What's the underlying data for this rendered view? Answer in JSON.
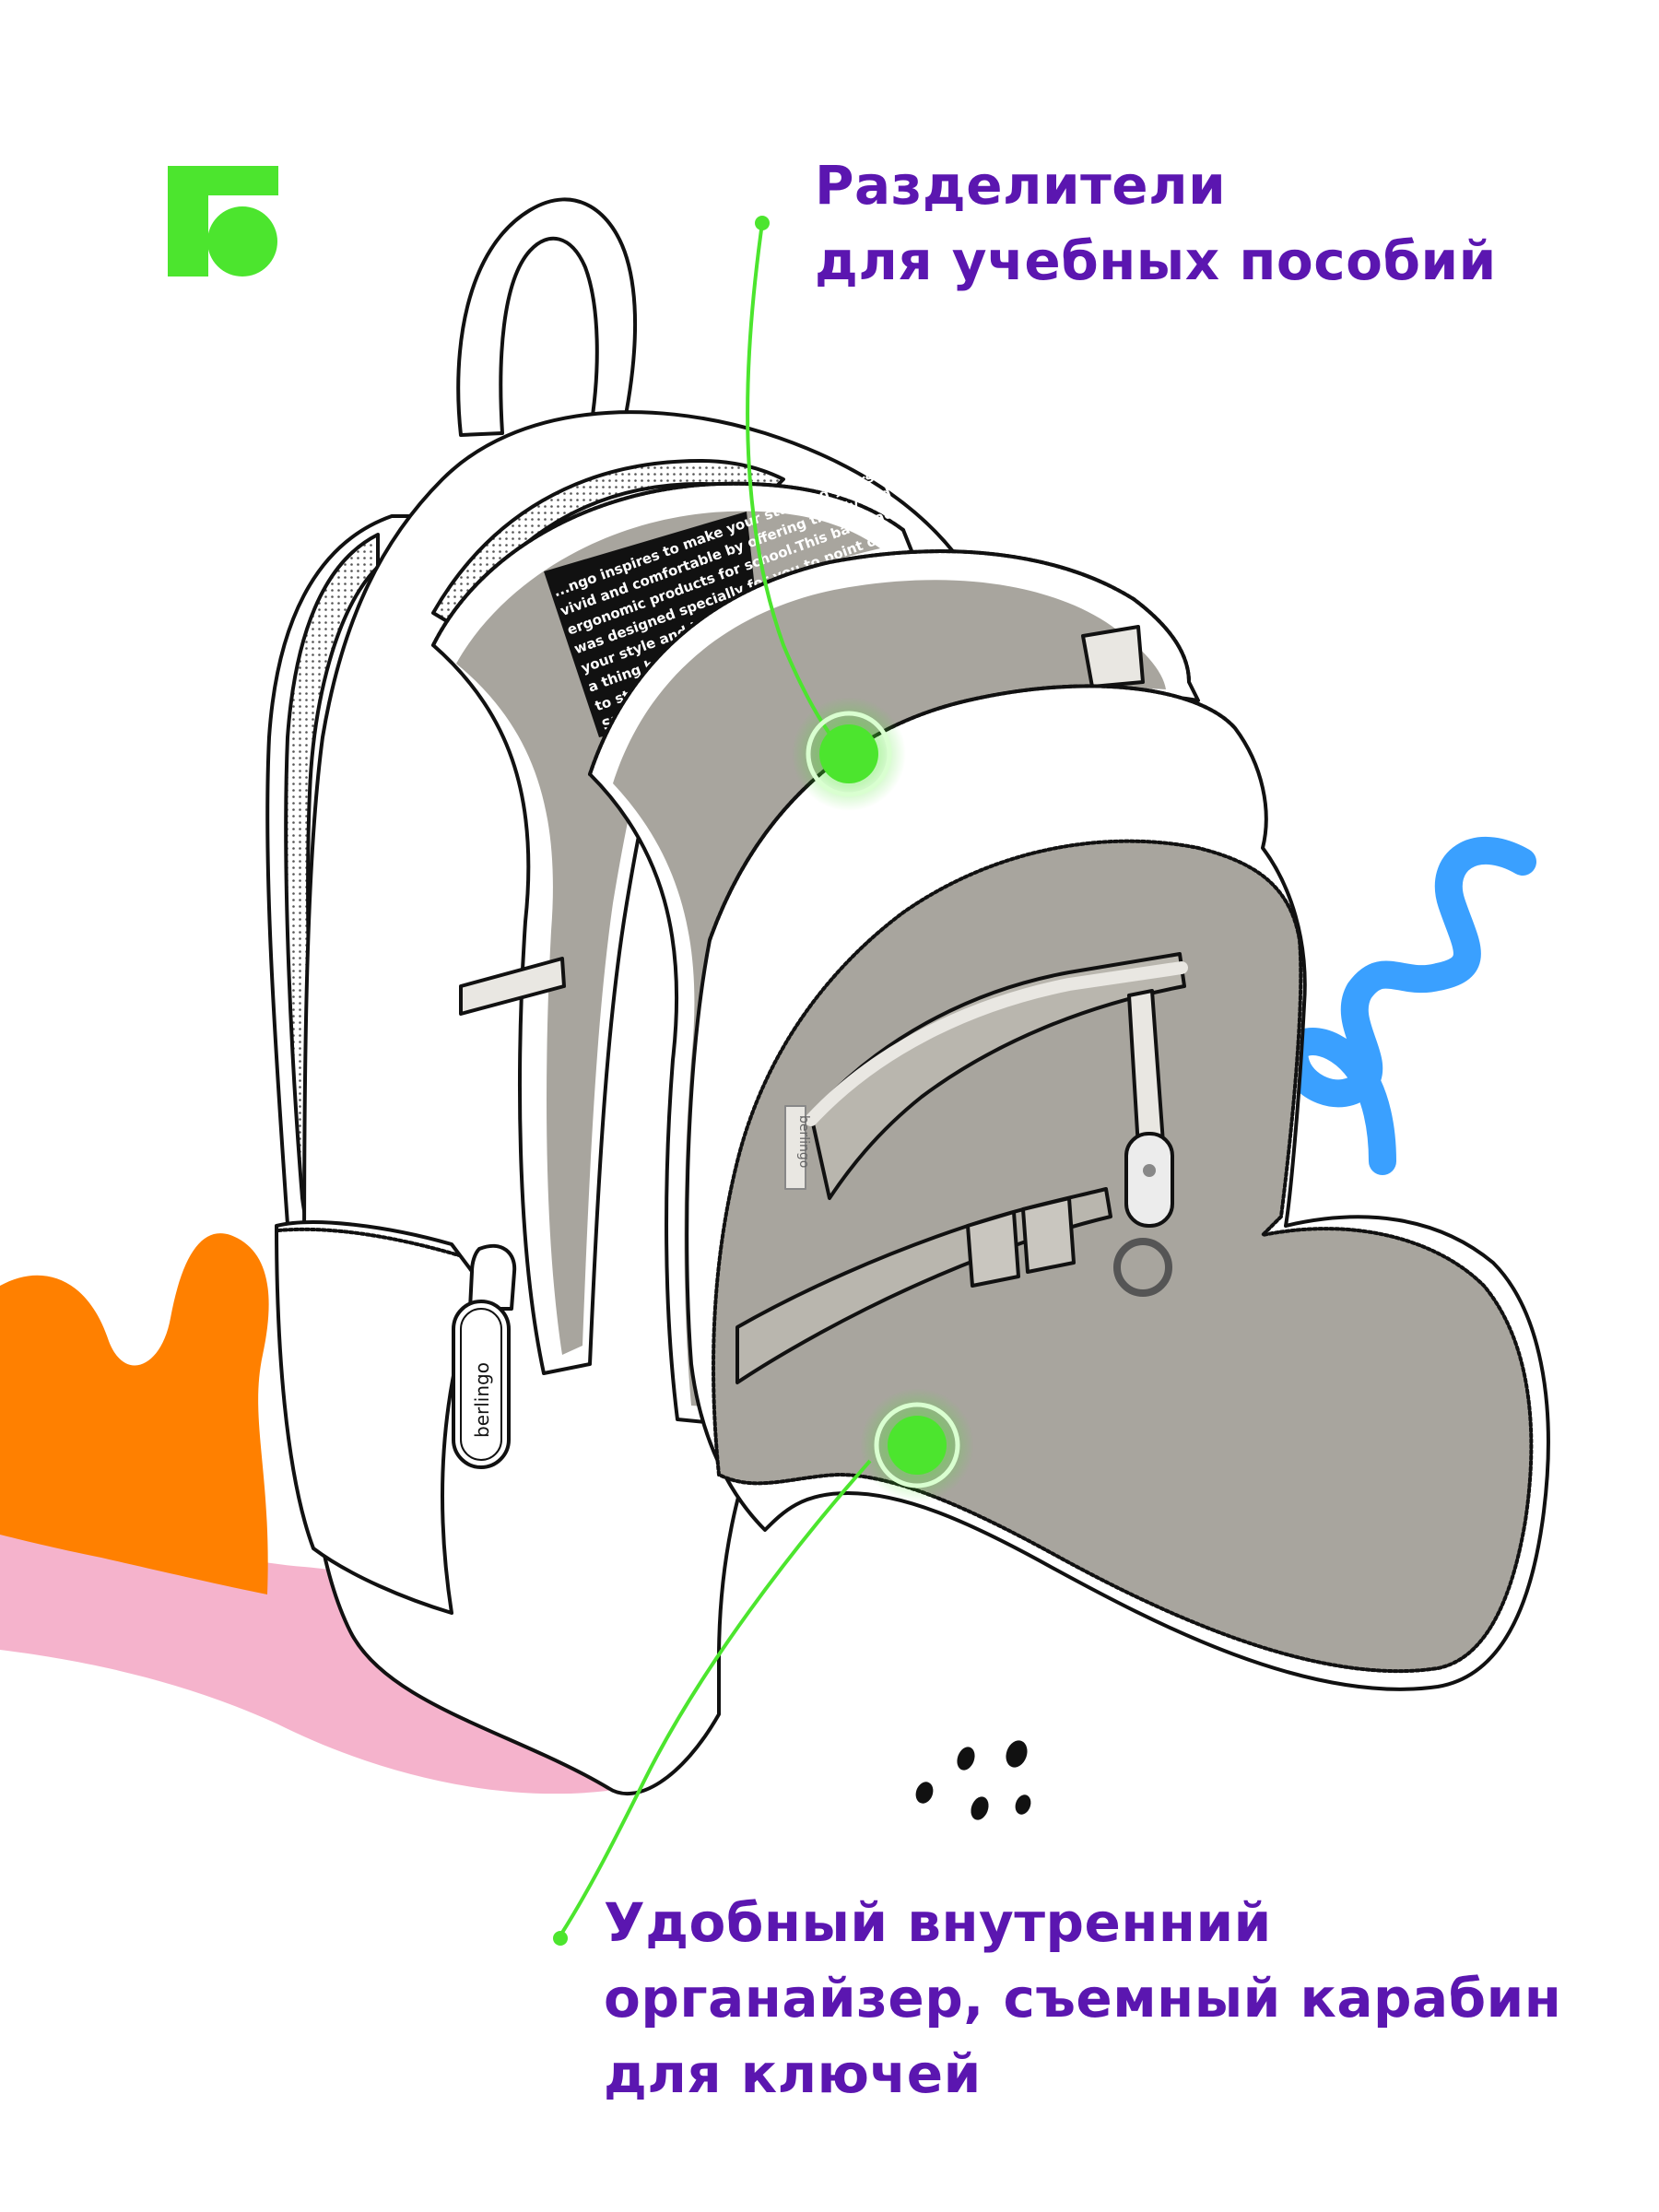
{
  "brand": {
    "logo_name": "berlingo-logo",
    "accent_green": "#4ce52e",
    "text_purple": "#5b16b0"
  },
  "callouts": {
    "dividers": {
      "lines": [
        "Разделители",
        "для учебных пособий"
      ]
    },
    "organizer": {
      "lines": [
        "Удобный внутренний",
        "органайзер, съемный карабин",
        "для ключей"
      ]
    }
  },
  "product": {
    "zipper_pull_text": "berlingo",
    "sewn_label_text": "berlingo",
    "inner_label_lines": [
      "...ngo inspires to make your studying years",
      "vivid and comfortable by offering trendy and",
      "ergonomic products for school.This backpack",
      "was designed specially for you to point out",
      "your style and individuality. It is not just",
      "a thing but your real friend wh...",
      "to study and conqu...",
      "Stay the bes..."
    ]
  },
  "decor": {
    "orange": "#ff8000",
    "pink": "#f5b3cc",
    "blue": "#3aa0ff",
    "lining_gray": "#a8a59e"
  }
}
